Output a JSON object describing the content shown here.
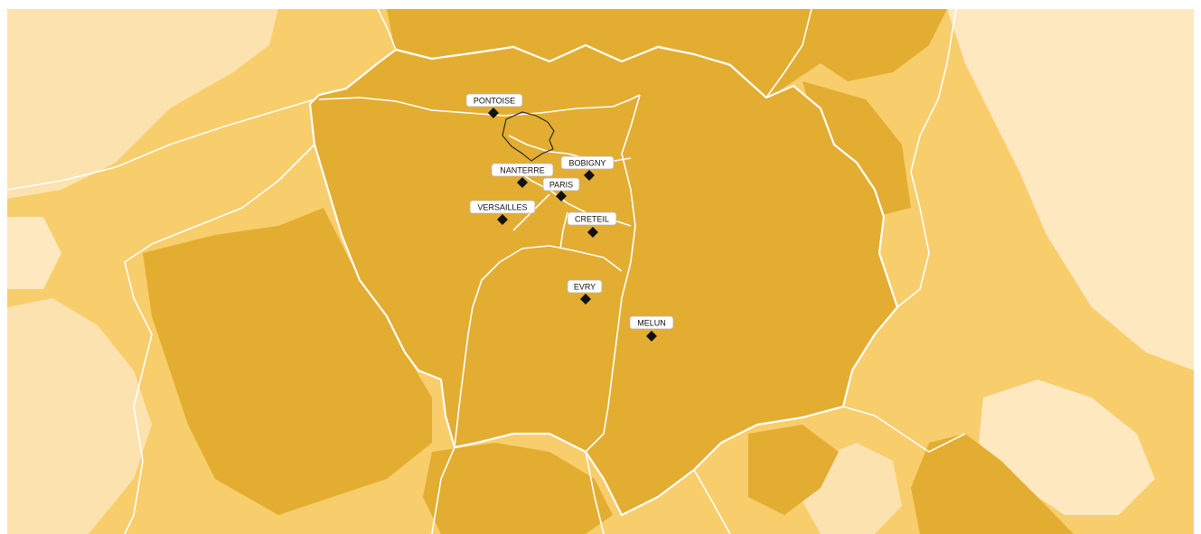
{
  "map": {
    "colors": {
      "background_medium": "#f8cd6b",
      "light": "#fbe2ae",
      "lighter": "#fde8c0",
      "dark": "#e2ad31",
      "region_fill": "#e2ad31",
      "border_white": "#ffffff",
      "highlight_outline": "#222222",
      "marker": "#111111"
    },
    "cities": [
      {
        "id": "pontoise",
        "label": "PONTOISE",
        "icon": "diamond-marker-icon"
      },
      {
        "id": "nanterre",
        "label": "NANTERRE",
        "icon": "diamond-marker-icon"
      },
      {
        "id": "bobigny",
        "label": "BOBIGNY",
        "icon": "diamond-marker-icon"
      },
      {
        "id": "paris",
        "label": "PARIS",
        "icon": "diamond-marker-icon"
      },
      {
        "id": "versailles",
        "label": "VERSAILLES",
        "icon": "diamond-marker-icon"
      },
      {
        "id": "creteil",
        "label": "CRETEIL",
        "icon": "diamond-marker-icon"
      },
      {
        "id": "evry",
        "label": "EVRY",
        "icon": "diamond-marker-icon"
      },
      {
        "id": "melun",
        "label": "MELUN",
        "icon": "diamond-marker-icon"
      }
    ]
  }
}
